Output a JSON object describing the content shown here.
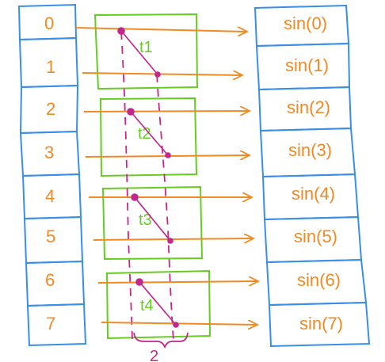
{
  "colors": {
    "cell_border": "#3a8ee6",
    "index_text": "#f08a24",
    "arrow": "#f08a24",
    "thread_box": "#66cc22",
    "thread_label": "#66cc22",
    "thread_path": "#c0288c",
    "brace": "#c0288c"
  },
  "input_cells": [
    "0",
    "1",
    "2",
    "3",
    "4",
    "5",
    "6",
    "7"
  ],
  "output_cells": [
    "sin(0)",
    "sin(1)",
    "sin(2)",
    "sin(3)",
    "sin(4)",
    "sin(5)",
    "sin(6)",
    "sin(7)"
  ],
  "threads": [
    "t1",
    "t2",
    "t3",
    "t4"
  ],
  "stride_label": "2"
}
